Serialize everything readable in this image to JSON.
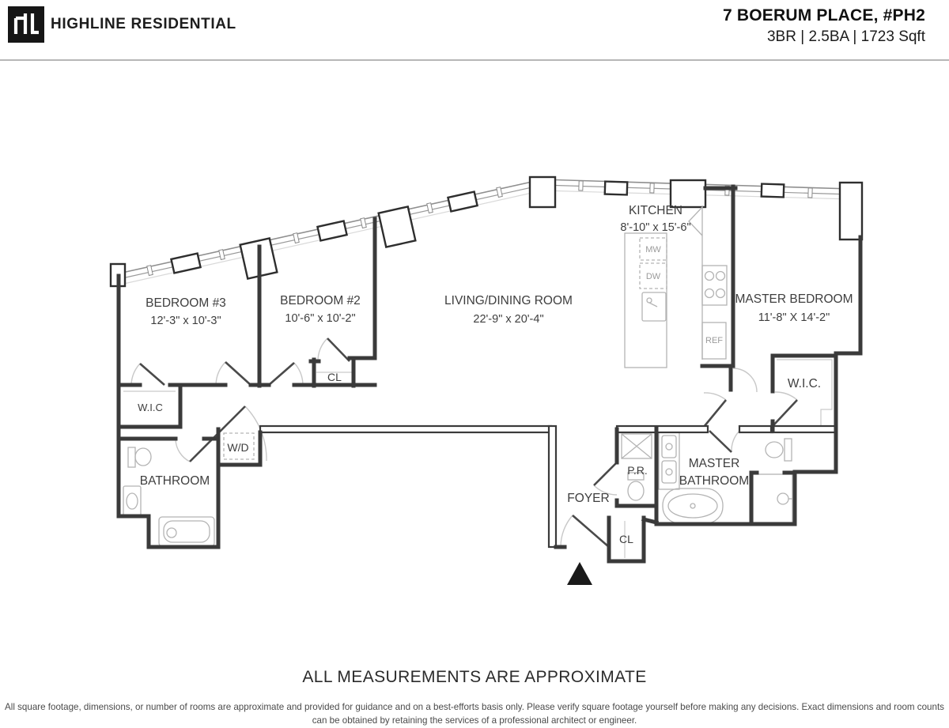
{
  "header": {
    "logo_monogram": "HL",
    "brand": "HIGHLINE RESIDENTIAL",
    "address": "7 BOERUM PLACE, #PH2",
    "specs": "3BR | 2.5BA | 1723 Sqft"
  },
  "plan": {
    "rooms": {
      "bedroom3": {
        "name": "BEDROOM #3",
        "dims": "12'-3\" x 10'-3\""
      },
      "bedroom2": {
        "name": "BEDROOM #2",
        "dims": "10'-6\" x 10'-2\""
      },
      "living": {
        "name": "LIVING/DINING ROOM",
        "dims": "22'-9\" x 20'-4\""
      },
      "kitchen": {
        "name": "KITCHEN",
        "dims": "8'-10\" x 15'-6\""
      },
      "master_bedroom": {
        "name": "MASTER BEDROOM",
        "dims": "11'-8\" X 14'-2\""
      },
      "master_bathroom": {
        "name_line1": "MASTER",
        "name_line2": "BATHROOM"
      },
      "bathroom": {
        "name": "BATHROOM"
      },
      "foyer": {
        "name": "FOYER"
      }
    },
    "labels": {
      "wic_bedroom3": "W.I.C",
      "wic_master": "W.I.C.",
      "wd": "W/D",
      "cl_bedroom2": "CL",
      "cl_entry": "CL",
      "powder_room": "P.R.",
      "microwave": "MW",
      "dishwasher": "DW",
      "refrigerator": "REF"
    }
  },
  "footer": {
    "approx_note": "ALL MEASUREMENTS ARE APPROXIMATE",
    "disclaimer": "All square footage, dimensions, or number of rooms are approximate and provided for guidance and on a best-efforts basis only. Please verify square footage yourself before making any decisions. Exact dimensions and room counts can be obtained by retaining the services of a professional architect or engineer."
  }
}
